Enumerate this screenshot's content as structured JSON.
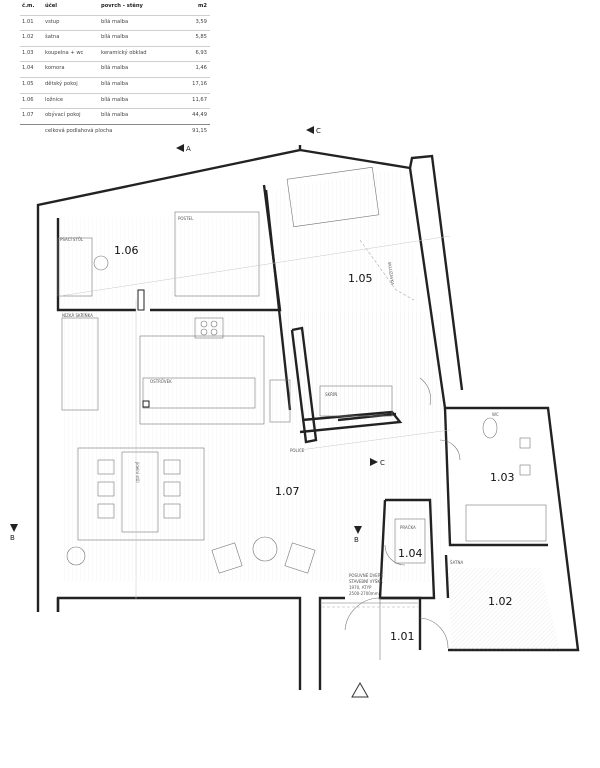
{
  "table": {
    "headers": {
      "num": "č.m.",
      "name": "účel",
      "surface": "povrch - stěny",
      "area": "m2"
    },
    "rows": [
      {
        "num": "1.01",
        "name": "vstup",
        "surface": "bílá malba",
        "area": "3,59"
      },
      {
        "num": "1.02",
        "name": "šatna",
        "surface": "bílá malba",
        "area": "5,85"
      },
      {
        "num": "1.03",
        "name": "koupelna + wc",
        "surface": "keramický obklad",
        "area": "6,93"
      },
      {
        "num": "1.04",
        "name": "komora",
        "surface": "bílá malba",
        "area": "1,46"
      },
      {
        "num": "1.05",
        "name": "dětský pokoj",
        "surface": "bílá malba",
        "area": "17,16"
      },
      {
        "num": "1.06",
        "name": "ložnice",
        "surface": "bílá malba",
        "area": "11,67"
      },
      {
        "num": "1.07",
        "name": "obývací pokoj",
        "surface": "bílá malba",
        "area": "44,49"
      }
    ],
    "total": {
      "label": "celková podlahová plocha",
      "area": "91,15"
    }
  },
  "plan": {
    "rooms": {
      "r101": "1.01",
      "r102": "1.02",
      "r103": "1.03",
      "r104": "1.04",
      "r105": "1.05",
      "r106": "1.06",
      "r107": "1.07"
    },
    "labels": {
      "psaci_stul": "PSACÍ STŮL",
      "postel": "POSTEL",
      "nizka_skrinka": "NÍZKÁ SKŘÍŇKA",
      "ostruvek": "OSTRŮVEK",
      "jidelni_stul": "jídelní stůl",
      "skluzavka": "SKLUZAVKA",
      "skrin": "SKŘÍŇ",
      "police": "POLICE",
      "wc": "WC",
      "pracka": "PRAČKA",
      "satna": "ŠATNA",
      "posuvne_1": "POSUVNÉ DVEŘE",
      "posuvne_2": "STAVEBNÍ VÝŠKA",
      "posuvne_3": "1970, ATYP",
      "posuvne_4": "2500-2700mm"
    },
    "section_marks": {
      "a": "A",
      "b": "B",
      "c": "C"
    }
  }
}
